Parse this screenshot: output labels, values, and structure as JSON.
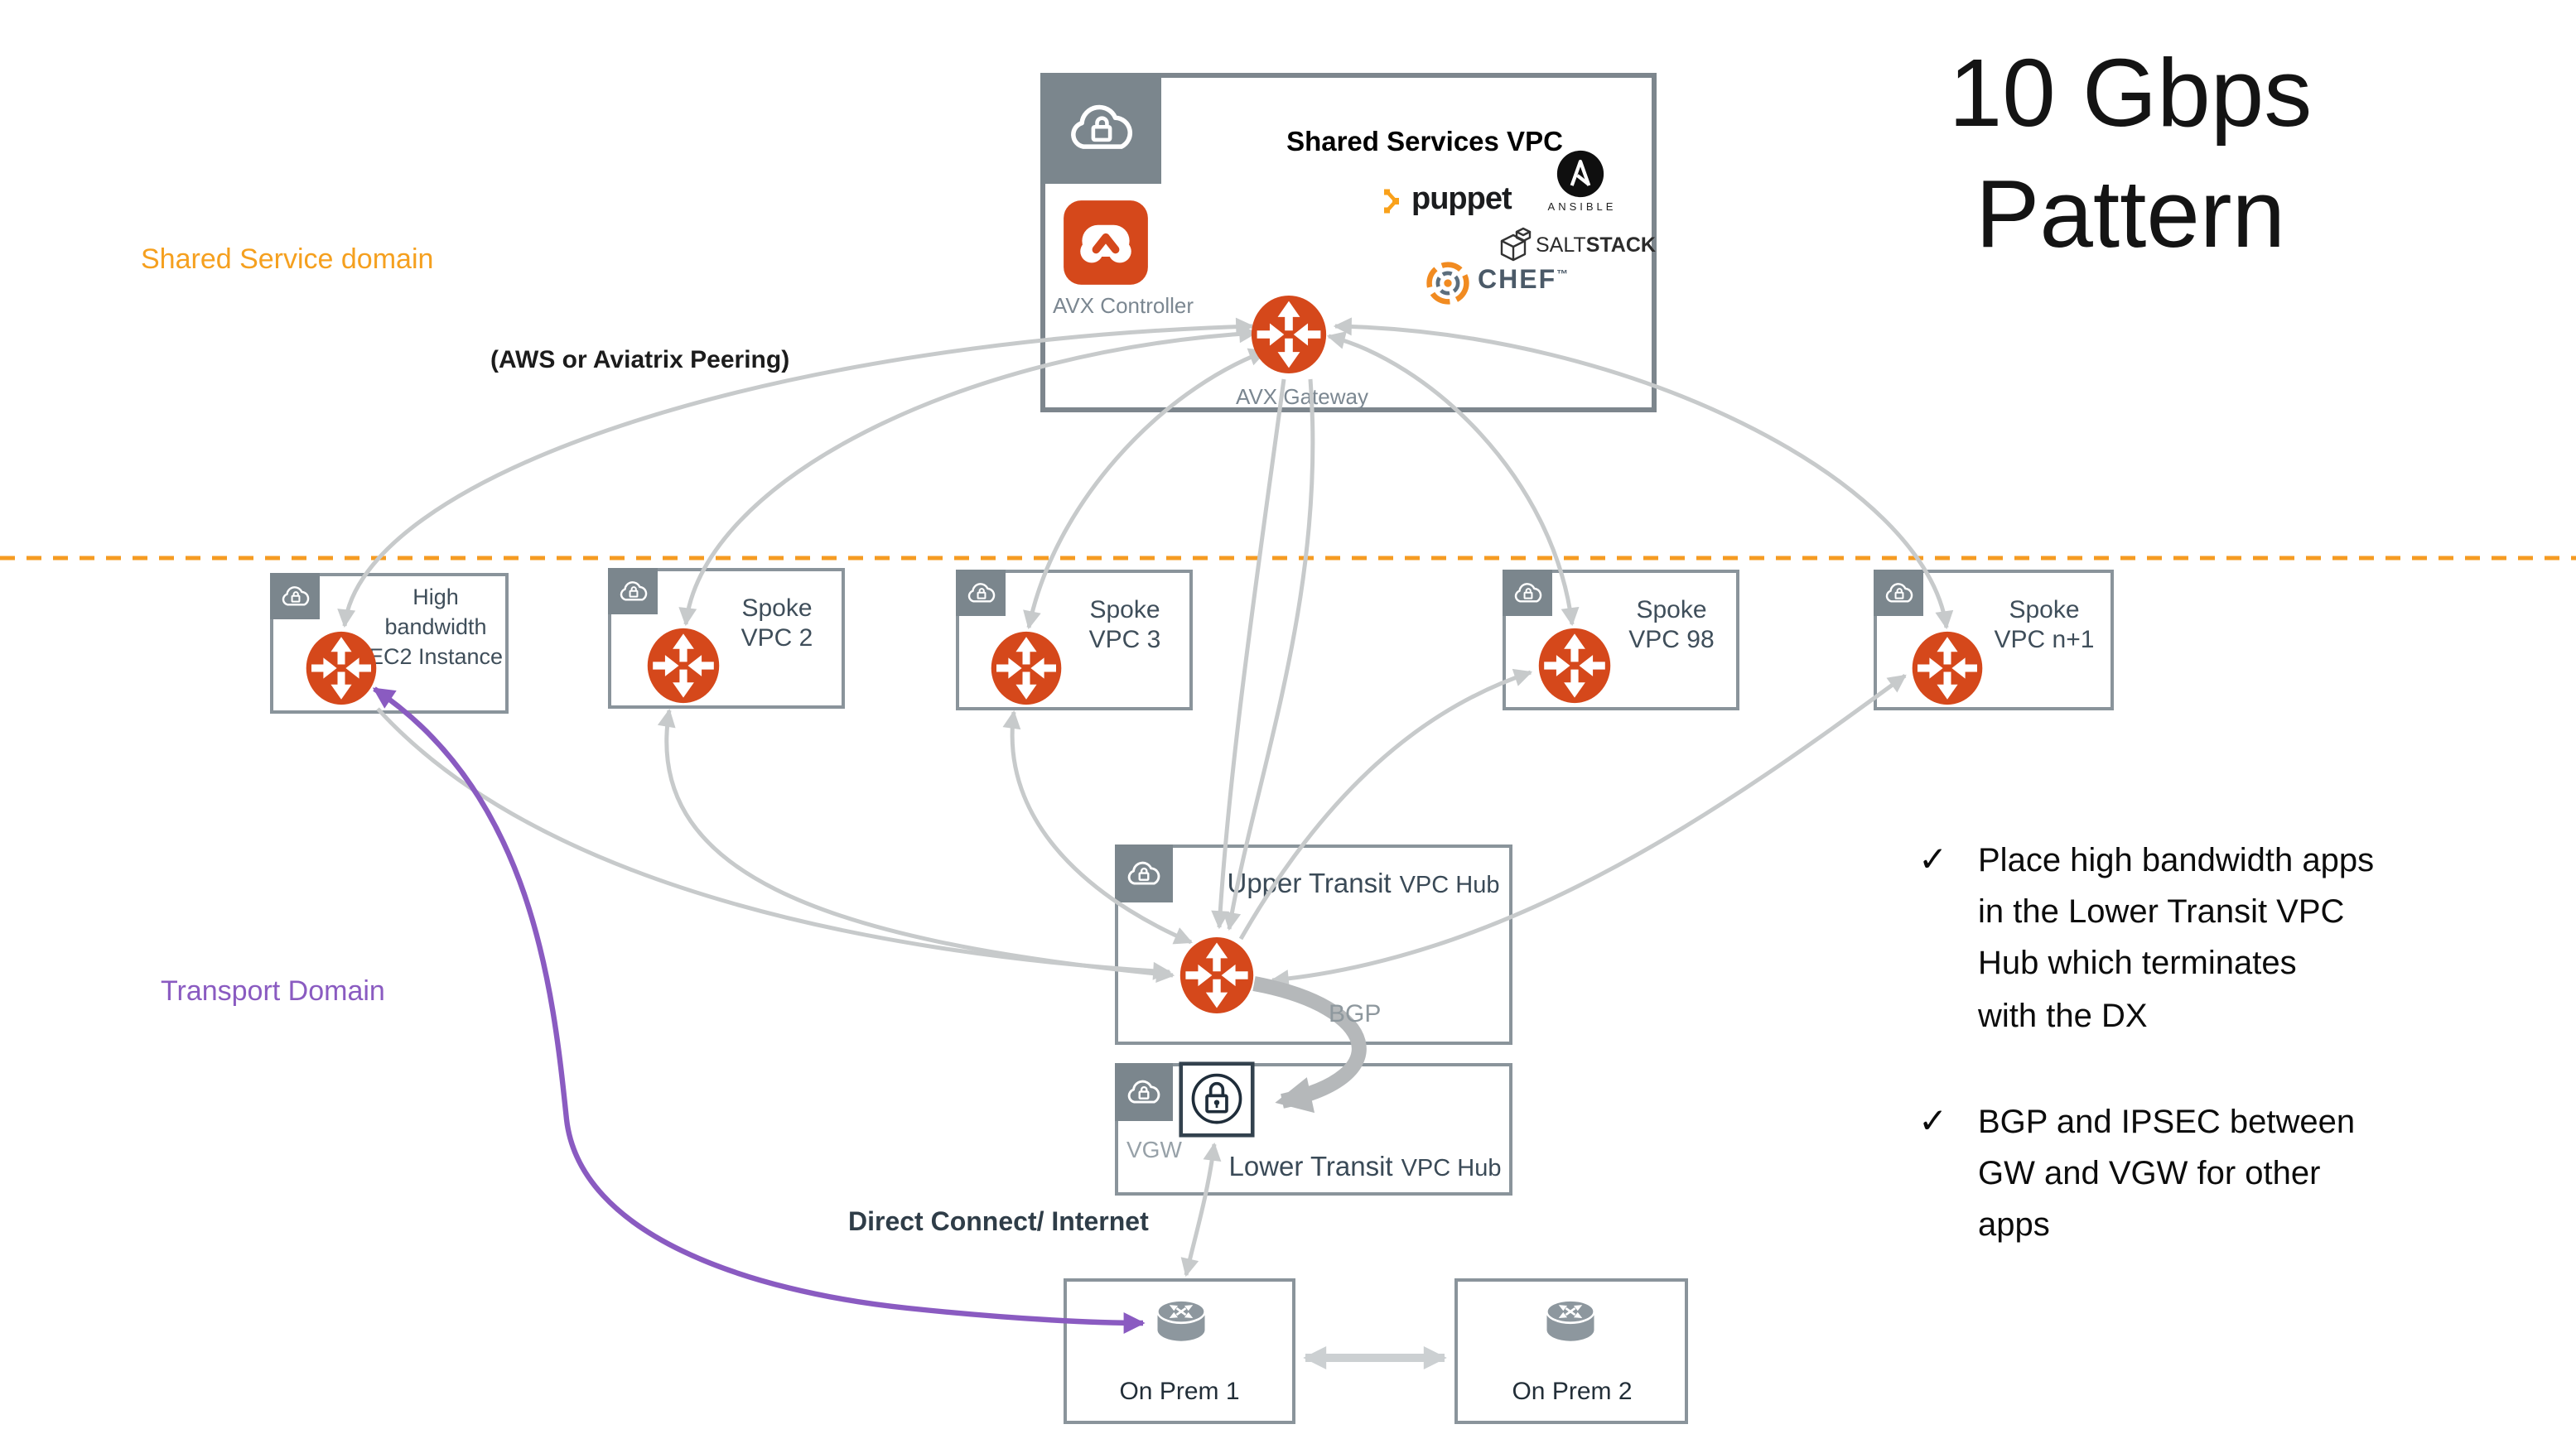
{
  "title": {
    "lines": [
      "10 Gbps",
      "Pattern"
    ]
  },
  "labels": {
    "shared_service_domain": "Shared Service domain",
    "peering": "(AWS or Aviatrix Peering)",
    "transport_domain": "Transport Domain",
    "direct_connect": "Direct Connect/ Internet"
  },
  "shared_services_vpc": {
    "title": "Shared Services VPC",
    "controller_label": "AVX Controller",
    "gateway_label": "AVX Gateway",
    "logos": {
      "puppet": "puppet",
      "ansible": "ANSIBLE",
      "salt_light": "SALT",
      "salt_bold": "STACK",
      "chef": "CHEF",
      "chef_tm": "™"
    }
  },
  "spokes": [
    {
      "lines": [
        "High",
        "bandwidth",
        "EC2 Instance"
      ]
    },
    {
      "lines": [
        "Spoke",
        "VPC 2"
      ]
    },
    {
      "lines": [
        "Spoke",
        "VPC 3"
      ]
    },
    {
      "lines": [
        "Spoke",
        "VPC 98"
      ]
    },
    {
      "lines": [
        "Spoke",
        "VPC n+1"
      ]
    }
  ],
  "transit": {
    "upper_main": "Upper Transit",
    "upper_suffix": "VPC Hub",
    "lower_main": "Lower Transit",
    "lower_suffix": "VPC Hub",
    "bgp": "BGP",
    "vgw": "VGW"
  },
  "on_prem": [
    {
      "label": "On Prem 1"
    },
    {
      "label": "On Prem 2"
    }
  ],
  "notes": [
    {
      "check": "✓",
      "text": "Place high bandwidth apps\nin the Lower Transit VPC\nHub which terminates\nwith the DX"
    },
    {
      "check": "✓",
      "text": "BGP and IPSEC between\nGW and VGW for other\napps"
    }
  ],
  "colors": {
    "router_orange": "#d5481b",
    "accent_orange": "#f5a01f",
    "dashed_divider_orange": "#f59b22",
    "transport_purple": "#8a5bc1",
    "arrow_gray": "#c7cacb",
    "box_border_gray": "#8a949b",
    "corner_gray": "#7b868d",
    "dark_text": "#3a4a57"
  }
}
